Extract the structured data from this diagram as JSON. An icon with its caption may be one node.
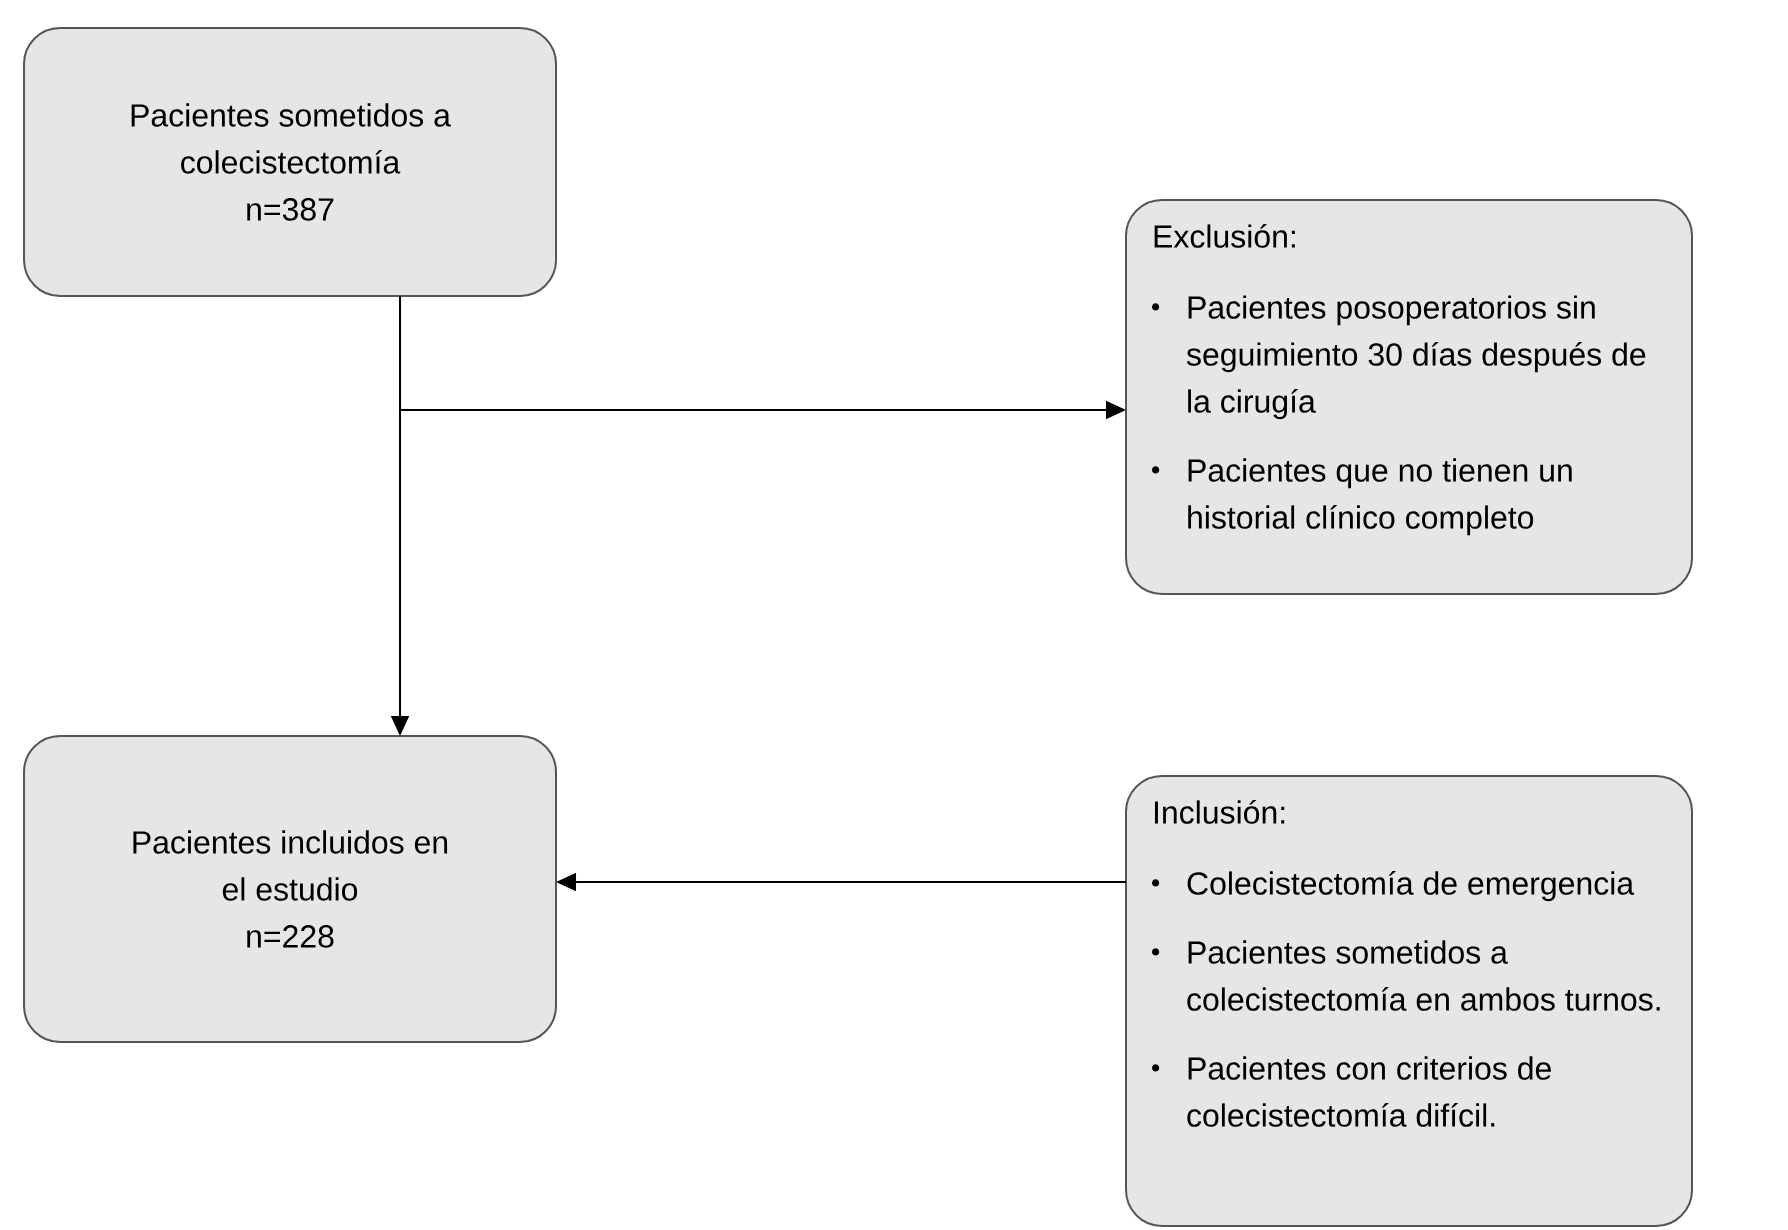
{
  "diagram": {
    "nodes": [
      {
        "text": [
          "Pacientes sometidos a colecistectomía",
          "n=387"
        ]
      },
      {
        "text": [
          "Exclusión:",
          "Pacientes posoperatorios sin seguimiento 30 días después de la cirugía",
          "Pacientes que no tienen un historial clínico completo"
        ]
      },
      {
        "text": [
          "Pacientes incluidos en el estudio",
          "n=228"
        ]
      },
      {
        "text": [
          "Inclusión:",
          "Colecistectomía de emergencia",
          "Pacientes sometidos a colecistectomía en ambos turnos.",
          "Pacientes con criterios de colecistectomía difícil."
        ]
      }
    ],
    "edges": [
      {
        "from": 0,
        "to": 1,
        "arrow": "to"
      },
      {
        "from": 0,
        "to": 2,
        "arrow": "to"
      },
      {
        "from": 3,
        "to": 2,
        "arrow": "to"
      }
    ]
  }
}
